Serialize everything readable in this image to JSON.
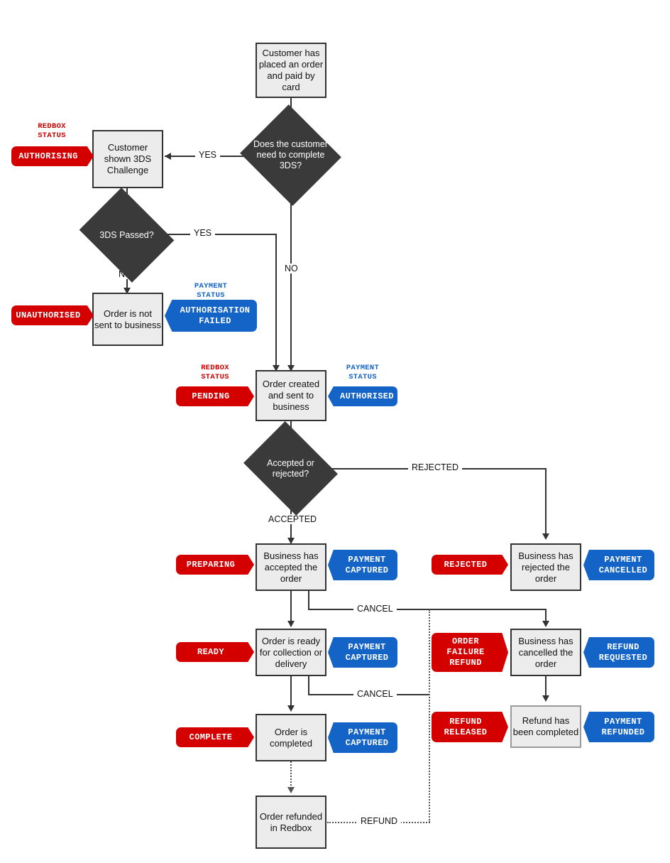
{
  "diagram": {
    "title": "Order and payment status flow",
    "colors": {
      "red": "#d40000",
      "blue": "#1464c8",
      "box_fill": "#ececec",
      "box_border": "#333333",
      "diamond_fill": "#3a3a3a",
      "line": "#333333",
      "dotted_line": "#555555"
    },
    "captions": {
      "redbox_status": "REDBOX\nSTATUS",
      "redbox_status_line1": "REDBOX",
      "redbox_status_line2": "STATUS",
      "payment_status_line1": "PAYMENT",
      "payment_status_line2": "STATUS"
    },
    "nodes": {
      "order_placed": "Customer has placed an order and paid by card",
      "need_3ds": "Does the customer need to complete 3DS?",
      "shown_challenge": "Customer shown 3DS Challenge",
      "passed_3ds": "3DS Passed?",
      "not_sent": "Order is not sent to business",
      "order_created": "Order created and sent to business",
      "accepted_or_rejected": "Accepted or rejected?",
      "business_accepted": "Business has accepted the order",
      "business_rejected": "Business has rejected the order",
      "order_ready": "Order is ready for collection or delivery",
      "business_cancelled": "Business has cancelled the order",
      "order_completed": "Order is completed",
      "refund_completed": "Refund has been completed",
      "order_refunded_redbox": "Order refunded in Redbox"
    },
    "badges": {
      "authorising": "AUTHORISING",
      "unauthorised": "UNAUTHORISED",
      "authorisation_failed": "AUTHORISATION FAILED",
      "pending": "PENDING",
      "authorised": "AUTHORISED",
      "preparing": "PREPARING",
      "payment_captured_1": "PAYMENT CAPTURED",
      "rejected": "REJECTED",
      "payment_cancelled": "PAYMENT CANCELLED",
      "ready": "READY",
      "payment_captured_2": "PAYMENT CAPTURED",
      "order_failure_refund": "ORDER FAILURE REFUND",
      "refund_requested": "REFUND REQUESTED",
      "complete": "COMPLETE",
      "payment_captured_3": "PAYMENT CAPTURED",
      "refund_released": "REFUND RELEASED",
      "payment_refunded": "PAYMENT REFUNDED"
    },
    "edge_labels": {
      "yes_need_3ds": "YES",
      "no_need_3ds": "NO",
      "yes_3ds_passed": "YES",
      "no_3ds_passed": "NO",
      "rejected": "REJECTED",
      "accepted": "ACCEPTED",
      "cancel_from_accepted": "CANCEL",
      "cancel_from_ready": "CANCEL",
      "refund": "REFUND"
    }
  }
}
